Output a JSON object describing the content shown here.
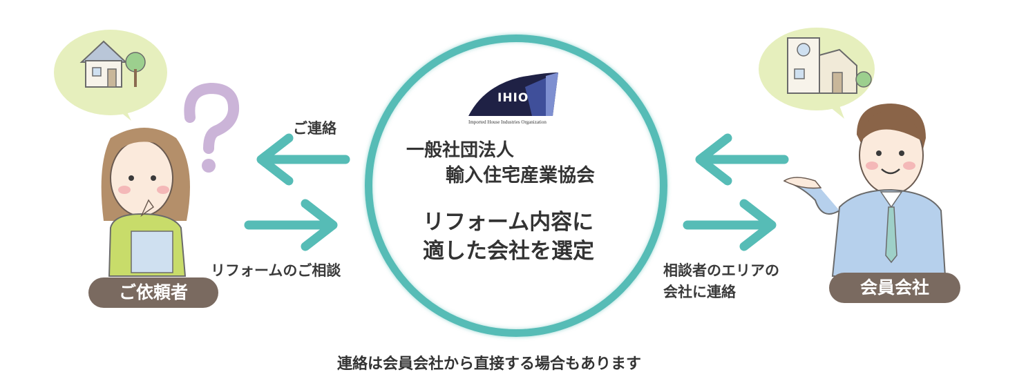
{
  "center": {
    "logo_text": "IHIO",
    "logo_caption": "Imported House Industries Organization",
    "org_line1": "一般社団法人",
    "org_line2": "輸入住宅産業協会",
    "task_line1": "リフォーム内容に",
    "task_line2": "適した会社を選定"
  },
  "left_party": {
    "label": "ご依頼者"
  },
  "right_party": {
    "label": "会員会社"
  },
  "arrows": {
    "to_client": "ご連絡",
    "from_client": "リフォームのご相談",
    "to_company_line1": "相談者のエリアの",
    "to_company_line2": "会社に連絡"
  },
  "footnote": "連絡は会員会社から直接する場合もあります",
  "colors": {
    "teal": "#56bcb6",
    "pill": "#7a6a60",
    "bubble": "#e6efbd"
  }
}
